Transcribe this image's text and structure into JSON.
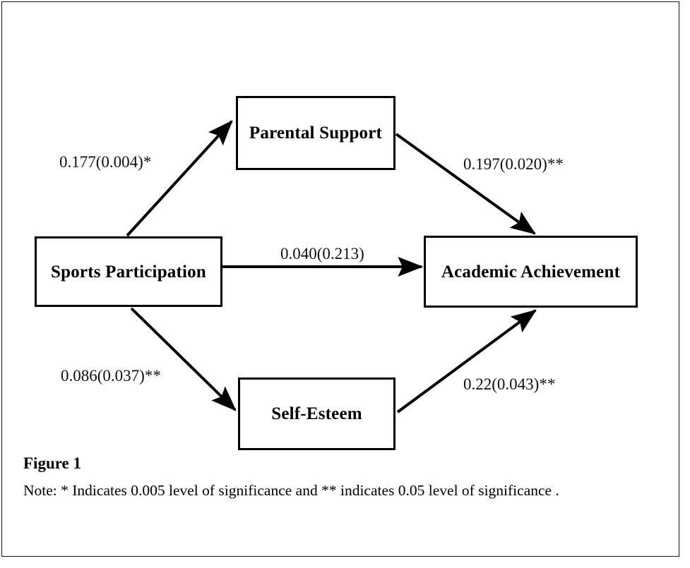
{
  "figure": {
    "caption": "Figure 1",
    "note": "Note: * Indicates 0.005 level of significance and ** indicates 0.05 level of significance ."
  },
  "nodes": [
    {
      "id": "sports-participation",
      "label": "Sports Participation"
    },
    {
      "id": "parental-support",
      "label": "Parental Support"
    },
    {
      "id": "self-esteem",
      "label": "Self-Esteem"
    },
    {
      "id": "academic-achievement",
      "label": "Academic Achievement"
    }
  ],
  "paths": [
    {
      "id": "sp-ps",
      "from": "Sports Participation",
      "to": "Parental Support",
      "label": "0.177(0.004)*",
      "coefficient": 0.177,
      "p_value": 0.004,
      "significance": "*"
    },
    {
      "id": "ps-aa",
      "from": "Parental Support",
      "to": "Academic Achievement",
      "label": "0.197(0.020)**",
      "coefficient": 0.197,
      "p_value": 0.02,
      "significance": "**"
    },
    {
      "id": "sp-aa",
      "from": "Sports Participation",
      "to": "Academic Achievement",
      "label": "0.040(0.213)",
      "coefficient": 0.04,
      "p_value": 0.213,
      "significance": ""
    },
    {
      "id": "sp-se",
      "from": "Sports Participation",
      "to": "Self-Esteem",
      "label": "0.086(0.037)**",
      "coefficient": 0.086,
      "p_value": 0.037,
      "significance": "**"
    },
    {
      "id": "se-aa",
      "from": "Self-Esteem",
      "to": "Academic Achievement",
      "label": "0.22(0.043)**",
      "coefficient": 0.22,
      "p_value": 0.043,
      "significance": "**"
    }
  ],
  "colors": {
    "stroke": "#000000",
    "frame": "#1a1a1a",
    "background": "#ffffff",
    "text": "#111111"
  },
  "chart_data": {
    "type": "diagram",
    "title": "Figure 1",
    "diagram_kind": "path-mediation-model",
    "nodes": [
      "Sports Participation",
      "Parental Support",
      "Self-Esteem",
      "Academic Achievement"
    ],
    "edges": [
      {
        "source": "Sports Participation",
        "target": "Parental Support",
        "value": 0.177,
        "p": 0.004,
        "sig": "*",
        "label": "0.177(0.004)*"
      },
      {
        "source": "Parental Support",
        "target": "Academic Achievement",
        "value": 0.197,
        "p": 0.02,
        "sig": "**",
        "label": "0.197(0.020)**"
      },
      {
        "source": "Sports Participation",
        "target": "Academic Achievement",
        "value": 0.04,
        "p": 0.213,
        "sig": "",
        "label": "0.040(0.213)"
      },
      {
        "source": "Sports Participation",
        "target": "Self-Esteem",
        "value": 0.086,
        "p": 0.037,
        "sig": "**",
        "label": "0.086(0.037)**"
      },
      {
        "source": "Self-Esteem",
        "target": "Academic Achievement",
        "value": 0.22,
        "p": 0.043,
        "sig": "**",
        "label": "0.22(0.043)**"
      }
    ],
    "legend": "* Indicates 0.005 level of significance and ** indicates 0.05 level of significance"
  }
}
